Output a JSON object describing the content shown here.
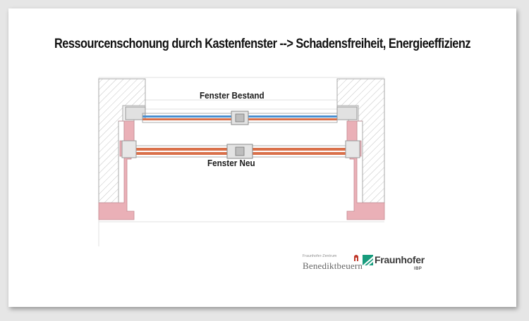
{
  "slide": {
    "title": "Ressourcenschonung durch Kastenfenster --> Schadensfreiheit, Energieeffizienz"
  },
  "diagram": {
    "label_existing": "Fenster Bestand",
    "label_new": "Fenster Neu",
    "colors": {
      "wall_hatch": "#bdbdbd",
      "insulation": "#e8a8b0",
      "glass_outer": "#d9704a",
      "glass_blue": "#4a8fd0",
      "frame": "#d6d6d6"
    }
  },
  "logos": {
    "benediktbeuern_small": "Fraunhofer-Zentrum",
    "benediktbeuern_name": "Benediktbeuern",
    "fraunhofer_name": "Fraunhofer",
    "fraunhofer_unit": "IBP"
  }
}
